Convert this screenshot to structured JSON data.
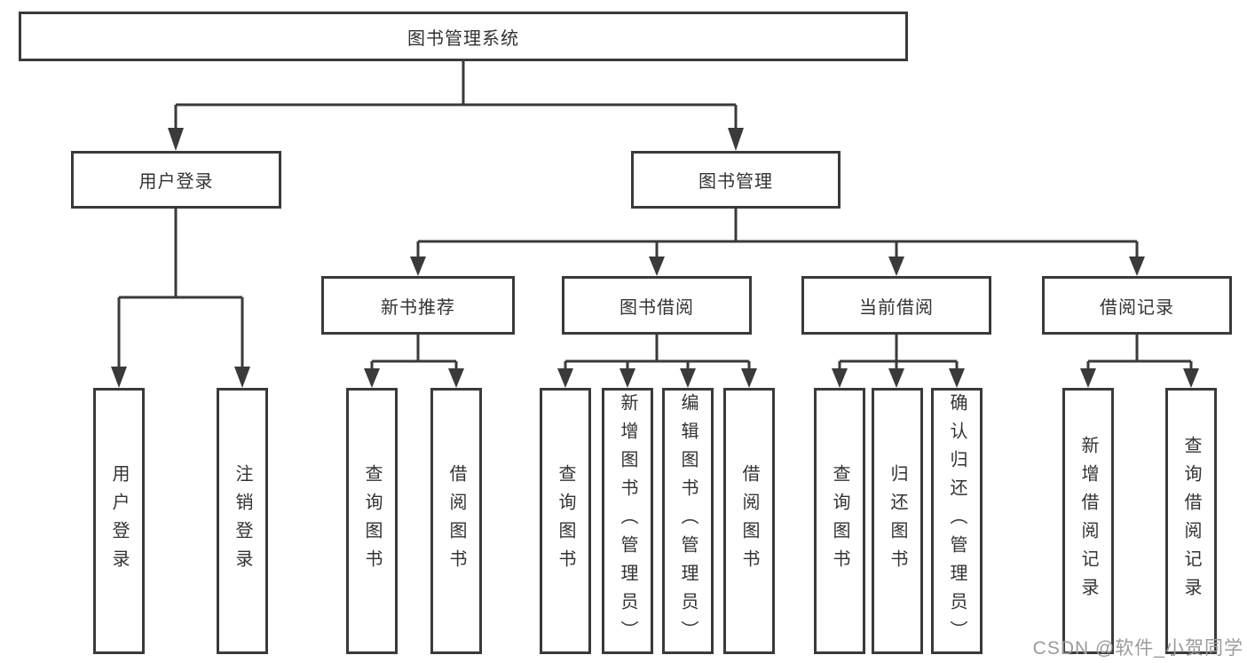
{
  "nodes": {
    "root": {
      "label": "图书管理系统"
    },
    "level2": [
      {
        "label": "用户登录"
      },
      {
        "label": "图书管理"
      }
    ],
    "level3": [
      {
        "label": "新书推荐"
      },
      {
        "label": "图书借阅"
      },
      {
        "label": "当前借阅"
      },
      {
        "label": "借阅记录"
      }
    ],
    "leaves": [
      {
        "label": "用户登录"
      },
      {
        "label": "注销登录"
      },
      {
        "label": "查询图书"
      },
      {
        "label": "借阅图书"
      },
      {
        "label": "查询图书"
      },
      {
        "label": "新增图书（管理员）"
      },
      {
        "label": "编辑图书（管理员）"
      },
      {
        "label": "借阅图书"
      },
      {
        "label": "查询图书"
      },
      {
        "label": "归还图书"
      },
      {
        "label": "确认归还（管理员）"
      },
      {
        "label": "新增借阅记录"
      },
      {
        "label": "查询借阅记录"
      }
    ]
  },
  "watermark": "CSDN @软件_小贺同学",
  "colors": {
    "line": "#3a3a3a",
    "text": "#333333",
    "watermark": "#9b9b9b",
    "background": "#ffffff"
  }
}
